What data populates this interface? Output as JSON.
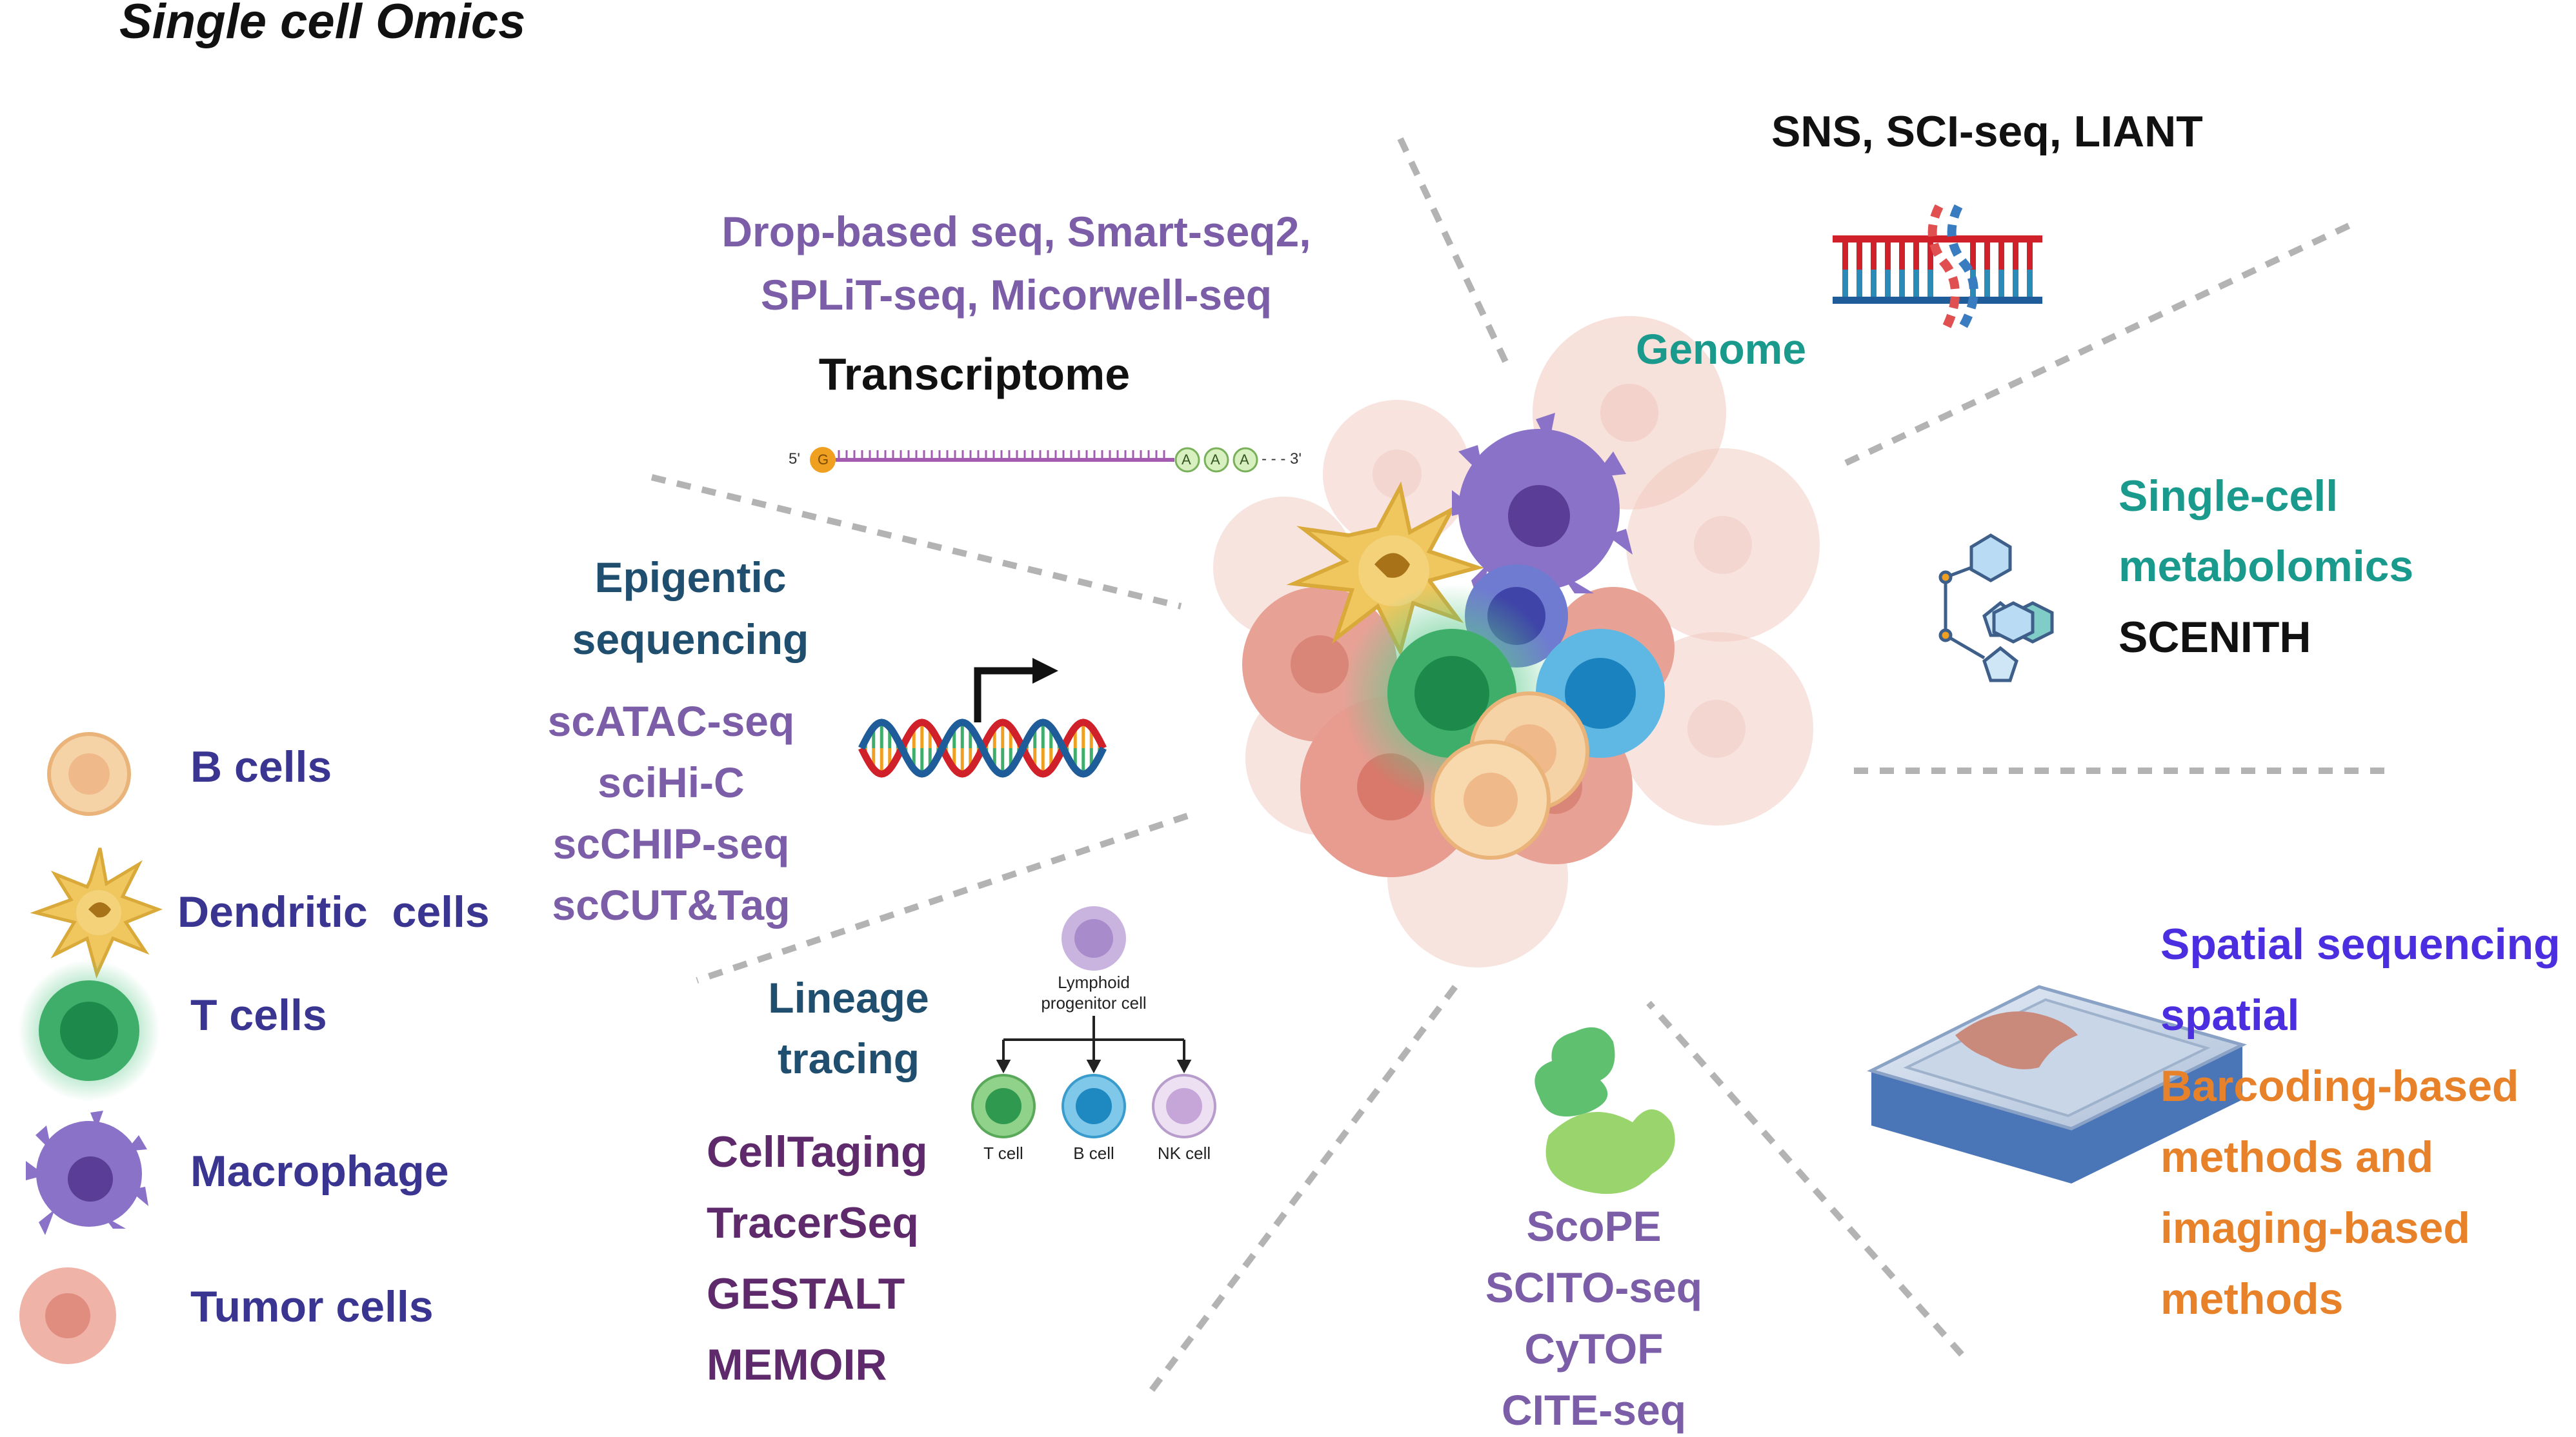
{
  "header": {
    "title": "Single cell Omics"
  },
  "colors": {
    "black": "#111111",
    "purple_text": "#7b5ea7",
    "teal": "#1a9a8c",
    "navy": "#1f4e6e",
    "indigo": "#3a3590",
    "plum": "#5e2a6b",
    "blue_violet": "#4b2ee0",
    "orange": "#e8822a",
    "divider": "#b3b3b3"
  },
  "legend": {
    "items": [
      {
        "label": "B cells",
        "icon": "b-cell-icon"
      },
      {
        "label": "Dendritic  cells",
        "icon": "dendritic-cell-icon"
      },
      {
        "label": "T cells",
        "icon": "t-cell-icon"
      },
      {
        "label": "Macrophage",
        "icon": "macrophage-icon"
      },
      {
        "label": "Tumor cells",
        "icon": "tumor-cell-icon"
      }
    ]
  },
  "transcriptome": {
    "methods_line1": "Drop-based seq, Smart-seq2,",
    "methods_line2": "SPLiT-seq, Micorwell-seq",
    "title": "Transcriptome",
    "mrna": {
      "five_prime": "5'",
      "cap": "G",
      "poly_a": [
        "A",
        "A",
        "A"
      ],
      "three_prime": "- - - 3'"
    }
  },
  "genome": {
    "methods": "SNS, SCI-seq, LIANT",
    "title": "Genome"
  },
  "metabolomics": {
    "title_line1": "Single-cell",
    "title_line2": "metabolomics",
    "method": "SCENITH"
  },
  "epigenetic": {
    "title_line1": "Epigentic",
    "title_line2": "sequencing",
    "methods": [
      "scATAC-seq",
      "sciHi-C",
      "scCHIP-seq",
      "scCUT&Tag"
    ]
  },
  "lineage": {
    "title_line1": "Lineage",
    "title_line2": "tracing",
    "methods": [
      "CellTaging",
      "TracerSeq",
      "GESTALT",
      "MEMOIR"
    ],
    "tree": {
      "root_line1": "Lymphoid",
      "root_line2": "progenitor cell",
      "children": [
        "T cell",
        "B cell",
        "NK cell"
      ]
    }
  },
  "proteome": {
    "methods": [
      "ScoPE",
      "SCITO-seq",
      "CyTOF",
      "CITE-seq"
    ]
  },
  "spatial": {
    "lines_blue": [
      "Spatial sequencing",
      "spatial"
    ],
    "lines_orange": [
      "Barcoding-based",
      "methods and",
      "imaging-based",
      "methods"
    ]
  }
}
